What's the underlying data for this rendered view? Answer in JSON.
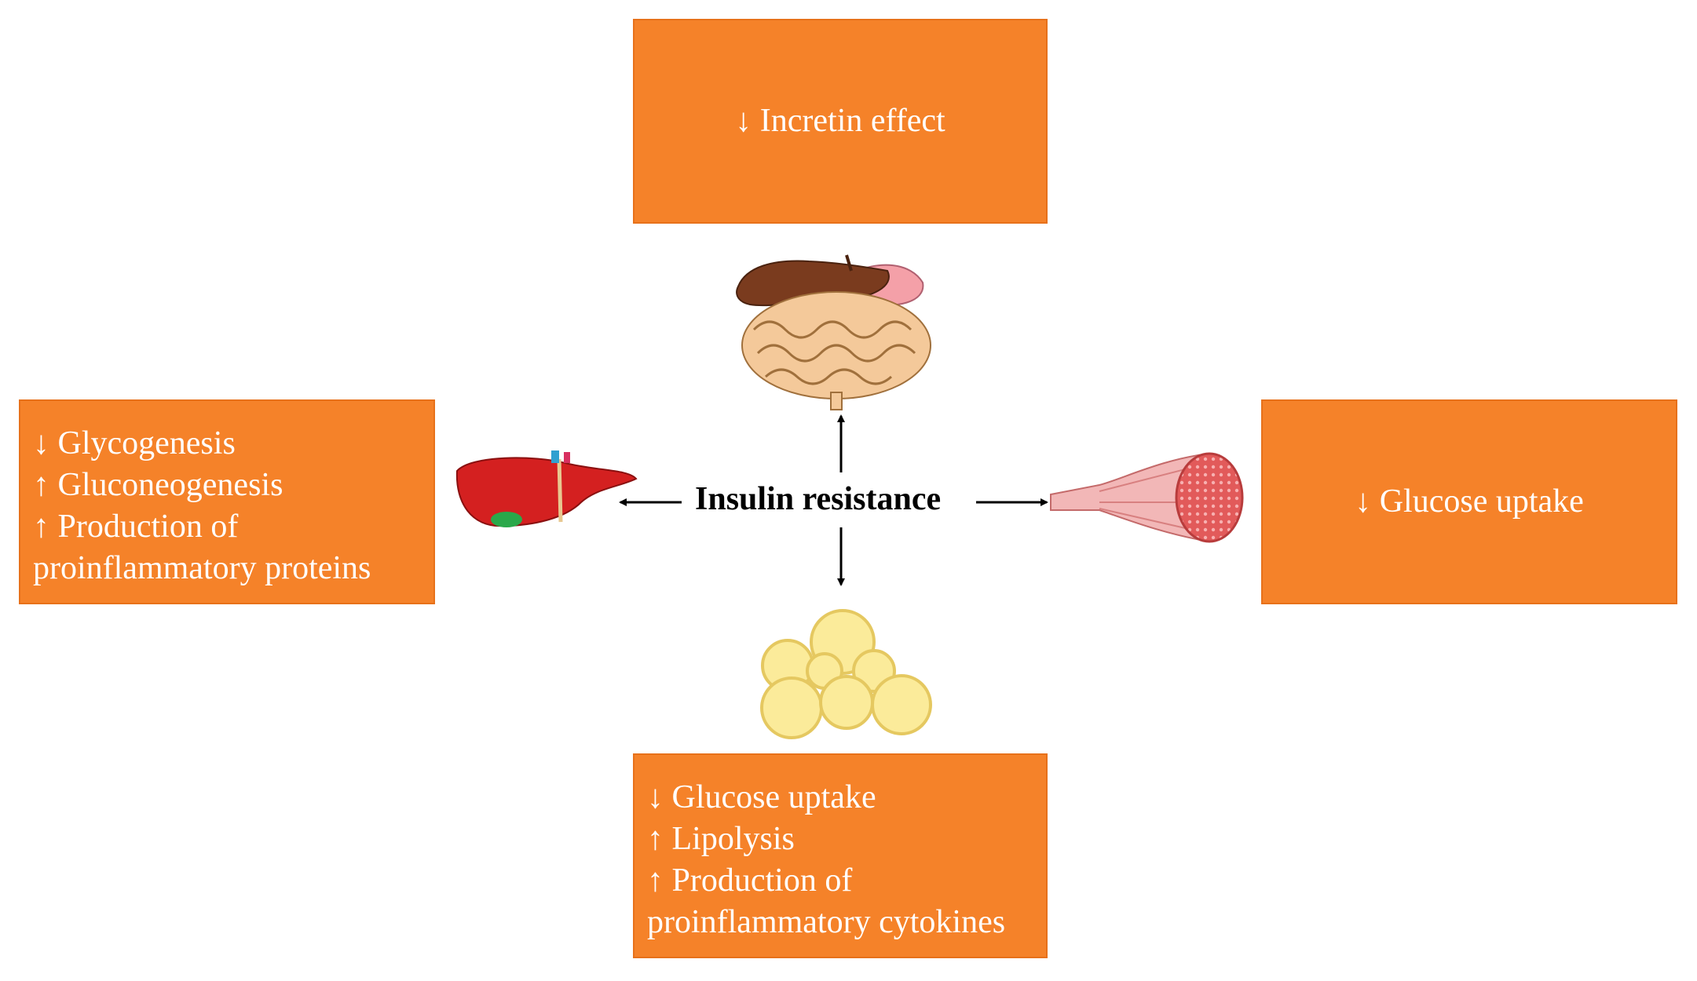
{
  "center": {
    "label": "Insulin resistance"
  },
  "top_box": {
    "lines": [
      "↓ Incretin effect"
    ]
  },
  "left_box": {
    "lines": [
      "↓ Glycogenesis",
      "↑ Gluconeogenesis",
      "↑ Production of",
      "proinflammatory proteins"
    ]
  },
  "right_box": {
    "lines": [
      "↓ Glucose uptake"
    ]
  },
  "bottom_box": {
    "lines": [
      "↓ Glucose uptake",
      "↑ Lipolysis",
      "↑ Production of",
      "proinflammatory cytokines"
    ]
  },
  "organs": [
    "digestive-system-icon",
    "liver-icon",
    "muscle-fiber-icon",
    "adipose-cells-icon"
  ],
  "colors": {
    "box_fill": "#f58229",
    "box_text": "#ffffff",
    "arrow": "#000000"
  }
}
